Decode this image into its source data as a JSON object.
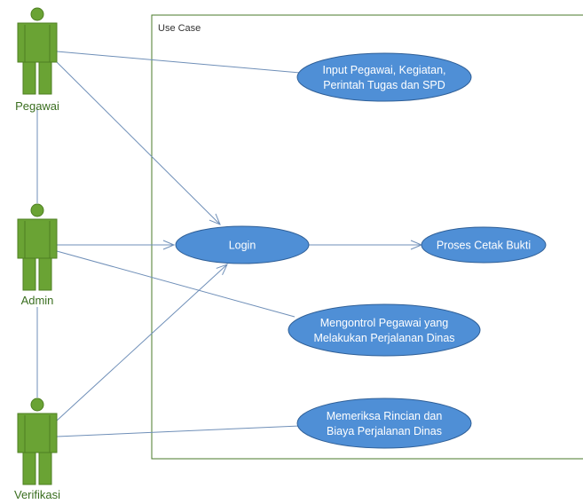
{
  "boundary": {
    "title": "Use Case"
  },
  "actors": [
    {
      "id": "pegawai",
      "label": "Pegawai"
    },
    {
      "id": "admin",
      "label": "Admin"
    },
    {
      "id": "verifikasi",
      "label": "Verifikasi"
    }
  ],
  "use_cases": [
    {
      "id": "input",
      "lines": [
        "Input Pegawai, Kegiatan,",
        "Perintah Tugas dan SPD"
      ]
    },
    {
      "id": "login",
      "lines": [
        "Login"
      ]
    },
    {
      "id": "cetak",
      "lines": [
        "Proses Cetak Bukti"
      ]
    },
    {
      "id": "kontrol",
      "lines": [
        "Mengontrol Pegawai yang",
        "Melakukan Perjalanan Dinas"
      ]
    },
    {
      "id": "periksa",
      "lines": [
        "Memeriksa Rincian dan",
        "Biaya Perjalanan Dinas"
      ]
    }
  ],
  "associations": [
    {
      "from": "pegawai",
      "to": "input",
      "arrow": false
    },
    {
      "from": "pegawai",
      "to": "login",
      "arrow": true
    },
    {
      "from": "admin",
      "to": "login",
      "arrow": true
    },
    {
      "from": "admin",
      "to": "kontrol",
      "arrow": false
    },
    {
      "from": "verifikasi",
      "to": "login",
      "arrow": true
    },
    {
      "from": "verifikasi",
      "to": "periksa",
      "arrow": false
    },
    {
      "from": "login",
      "to": "cetak",
      "arrow": true
    },
    {
      "from": "pegawai",
      "to": "admin",
      "arrow": false
    },
    {
      "from": "admin",
      "to": "verifikasi",
      "arrow": false
    }
  ],
  "colors": {
    "actor_fill": "#6aa334",
    "actor_stroke": "#4e7f22",
    "use_case_fill": "#4f8fd6",
    "use_case_stroke": "#2f5f97",
    "line": "#6f8fb8",
    "boundary_stroke": "#4a7a2a"
  }
}
